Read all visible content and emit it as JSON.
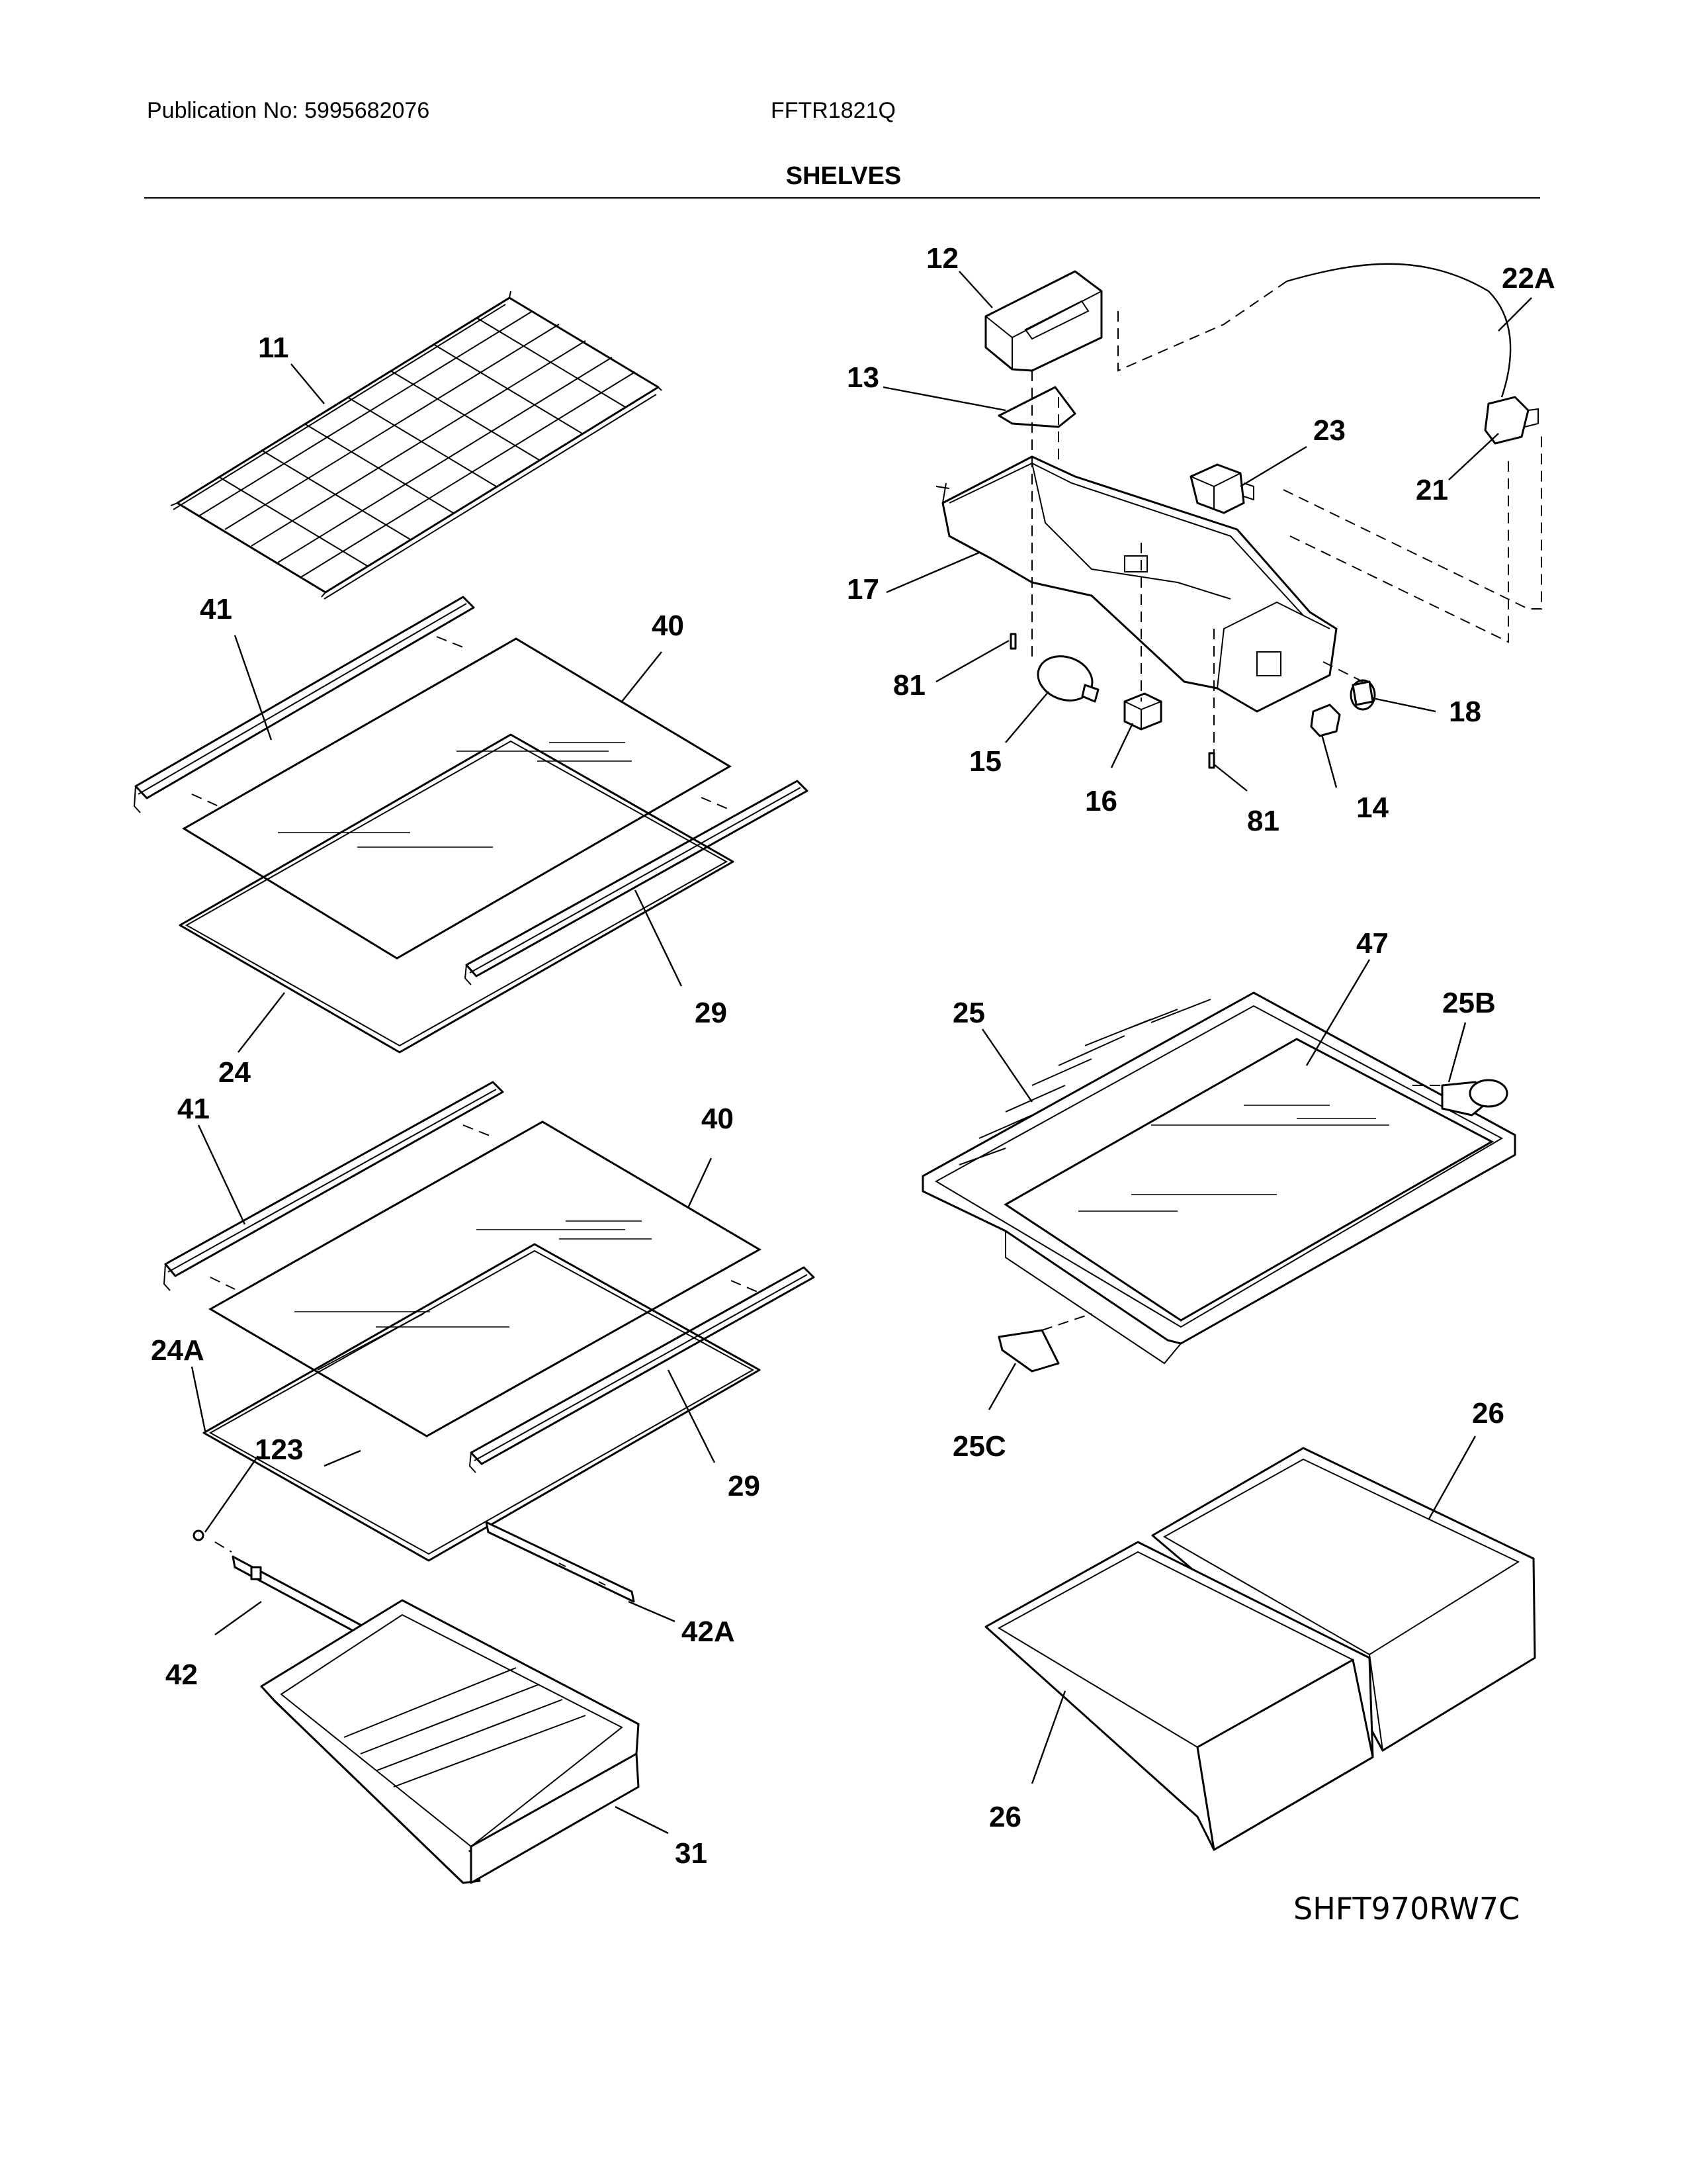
{
  "header": {
    "publication": "Publication No: 5995682076",
    "model": "FFTR1821Q",
    "title": "SHELVES"
  },
  "diagram": {
    "code": "SHFT970RW7C",
    "callouts": [
      "11",
      "41",
      "40",
      "29",
      "24",
      "41",
      "40",
      "29",
      "24A",
      "123",
      "42A",
      "42",
      "31",
      "12",
      "22A",
      "13",
      "23",
      "21",
      "17",
      "81",
      "18",
      "15",
      "16",
      "81",
      "14",
      "47",
      "25",
      "25B",
      "25C",
      "26",
      "26"
    ]
  }
}
